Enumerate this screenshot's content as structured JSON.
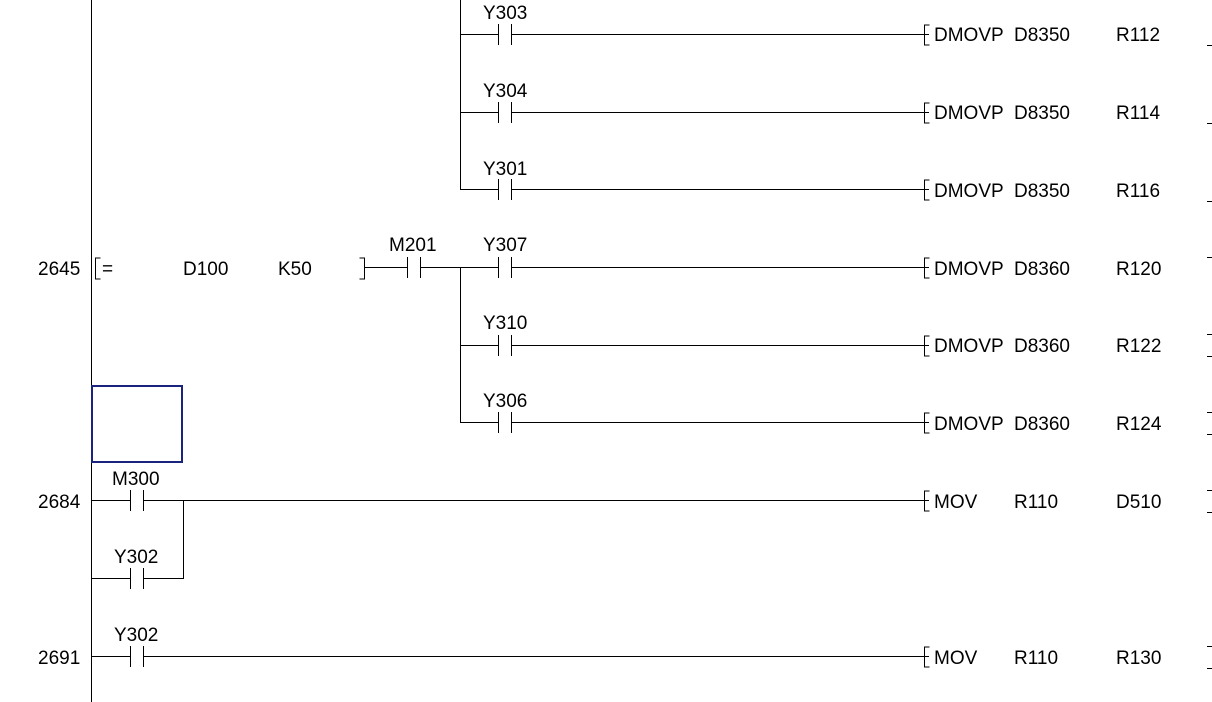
{
  "rungs": [
    {
      "step": "",
      "rows": [
        {
          "contact": "Y303",
          "instruction": {
            "op": "DMOVP",
            "src": "D8350",
            "dst": "R112"
          }
        },
        {
          "contact": "Y304",
          "instruction": {
            "op": "DMOVP",
            "src": "D8350",
            "dst": "R114"
          }
        },
        {
          "contact": "Y301",
          "instruction": {
            "op": "DMOVP",
            "src": "D8350",
            "dst": "R116"
          }
        }
      ]
    },
    {
      "step": "2645",
      "compare": {
        "op": "=",
        "s1": "D100",
        "s2": "K50"
      },
      "series_contact": "M201",
      "rows": [
        {
          "contact": "Y307",
          "instruction": {
            "op": "DMOVP",
            "src": "D8360",
            "dst": "R120"
          }
        },
        {
          "contact": "Y310",
          "instruction": {
            "op": "DMOVP",
            "src": "D8360",
            "dst": "R122"
          }
        },
        {
          "contact": "Y306",
          "instruction": {
            "op": "DMOVP",
            "src": "D8360",
            "dst": "R124"
          }
        }
      ]
    },
    {
      "step": "2684",
      "contacts": [
        "M300",
        "Y302"
      ],
      "instruction": {
        "op": "MOV",
        "src": "R110",
        "dst": "D510"
      }
    },
    {
      "step": "2691",
      "contacts": [
        "Y302"
      ],
      "instruction": {
        "op": "MOV",
        "src": "R110",
        "dst": "R130"
      }
    }
  ],
  "colors": {
    "line": "#000000",
    "cursor": "#1a237e",
    "background": "#ffffff"
  }
}
